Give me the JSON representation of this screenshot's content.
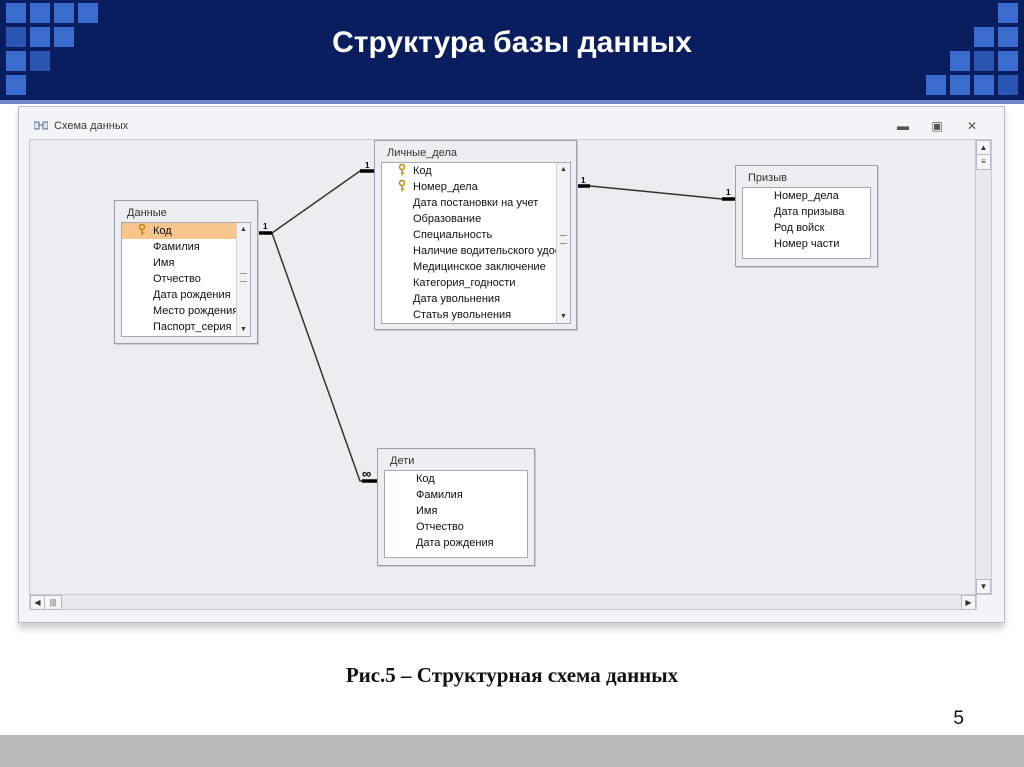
{
  "slide": {
    "title": "Структура базы данных",
    "caption": "Рис.5 – Структурная схема данных",
    "page_number": "5"
  },
  "window": {
    "title": "Схема данных",
    "controls": [
      "minimize-icon",
      "restore-icon",
      "close-icon"
    ]
  },
  "tables": {
    "dannye": {
      "name": "Данные",
      "fields": [
        "Код",
        "Фамилия",
        "Имя",
        "Отчество",
        "Дата рождения",
        "Место рождения",
        "Паспорт_серия"
      ],
      "key_fields": [
        "Код"
      ],
      "selected_field": "Код"
    },
    "lichnye_dela": {
      "name": "Личные_дела",
      "fields": [
        "Код",
        "Номер_дела",
        "Дата постановки на учет",
        "Образование",
        "Специальность",
        "Наличие водительского удостоверения",
        "Медицинское заключение",
        "Категория_годности",
        "Дата увольнения",
        "Статья увольнения"
      ],
      "key_fields": [
        "Код",
        "Номер_дела"
      ]
    },
    "prizyv": {
      "name": "Призыв",
      "fields": [
        "Номер_дела",
        "Дата призыва",
        "Род войск",
        "Номер части"
      ]
    },
    "deti": {
      "name": "Дети",
      "fields": [
        "Код",
        "Фамилия",
        "Имя",
        "Отчество",
        "Дата рождения"
      ]
    }
  },
  "relationships": {
    "one_label": "1",
    "many_label": "∞"
  },
  "colors": {
    "header_bg": "#0a1d5e",
    "header_squares": "#3b6dcf",
    "selected_field": "#f8c58c"
  }
}
